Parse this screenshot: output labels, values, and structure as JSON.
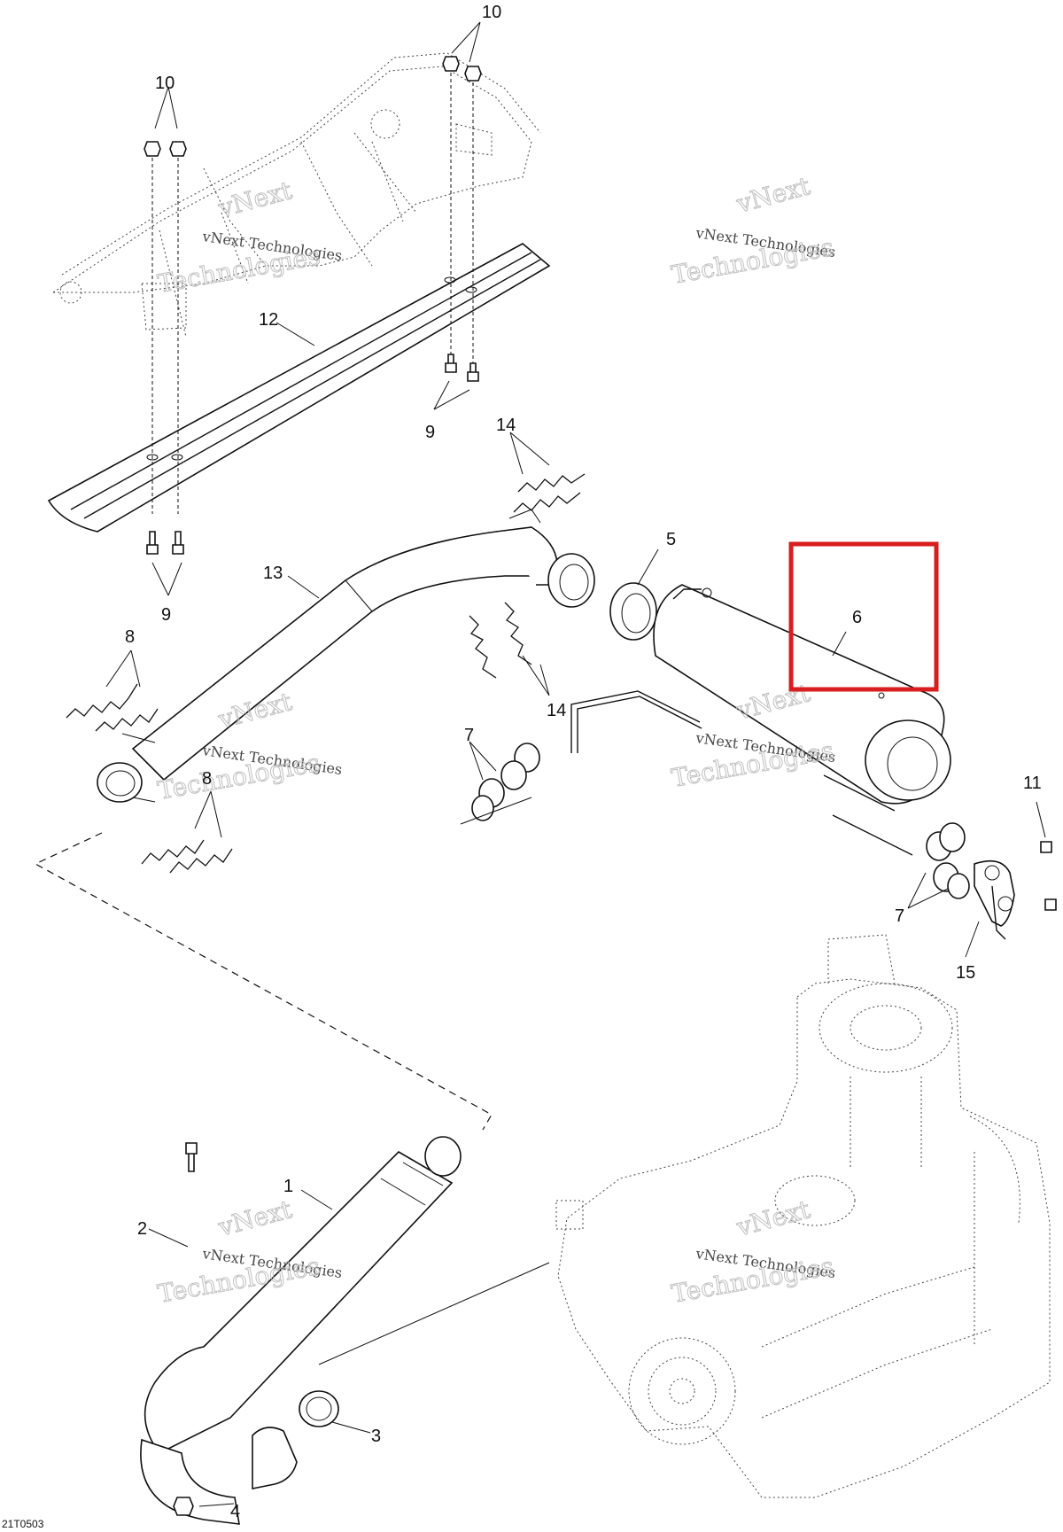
{
  "diagram": {
    "figure_code": "21T0503",
    "callouts": {
      "c1": "1",
      "c2": "2",
      "c3": "3",
      "c4": "4",
      "c5": "5",
      "c6": "6",
      "c7a": "7",
      "c7b": "7",
      "c8a": "8",
      "c8b": "8",
      "c9a": "9",
      "c9b": "9",
      "c10a": "10",
      "c10b": "10",
      "c11": "11",
      "c12": "12",
      "c13": "13",
      "c14a": "14",
      "c14b": "14",
      "c15": "15"
    },
    "watermark": {
      "line1": "vNext Technologies",
      "line2": "Technologies",
      "line3": "vNext"
    },
    "highlight": {
      "target": "6",
      "color": "#d81e1e"
    }
  }
}
